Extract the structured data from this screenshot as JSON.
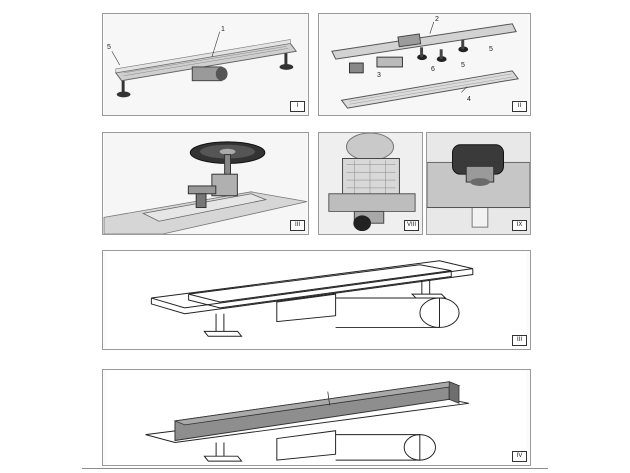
{
  "figures": [
    {
      "id": "fig-a",
      "label": "I",
      "callouts": [
        "1",
        "5"
      ]
    },
    {
      "id": "fig-b",
      "label": "II",
      "callouts": [
        "2",
        "3",
        "6",
        "5",
        "5",
        "4"
      ]
    },
    {
      "id": "fig-c",
      "label": "III"
    },
    {
      "id": "fig-d",
      "label": "VIII"
    },
    {
      "id": "fig-e",
      "label": "IX"
    },
    {
      "id": "fig-f",
      "label": "III"
    },
    {
      "id": "fig-g",
      "label": "IV"
    }
  ]
}
